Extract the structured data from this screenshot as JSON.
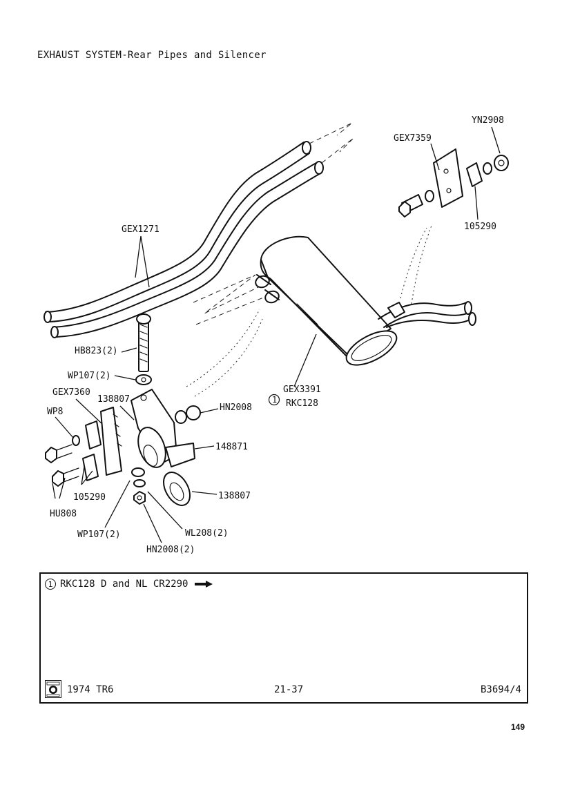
{
  "title": "EXHAUST SYSTEM-Rear Pipes and Silencer",
  "labels": {
    "yn2908": "YN2908",
    "gex7359": "GEX7359",
    "r105290_top": "105290",
    "gex1271": "GEX1271",
    "hb823": "HB823(2)",
    "wp107_top": "WP107(2)",
    "gex7360": "GEX7360",
    "r138807_top": "138807",
    "wp8": "WP8",
    "hn2008": "HN2008",
    "gex3391": "GEX3391",
    "note_ref": "1",
    "rkc128": "RKC128",
    "r148871": "148871",
    "r138807_bottom": "138807",
    "r105290_bottom": "105290",
    "hu808": "HU808",
    "wp107_bottom": "WP107(2)",
    "wl208": "WL208(2)",
    "hn2008_bottom": "HN2008(2)"
  },
  "note": {
    "ref": "1",
    "text": "RKC128  D and NL  CR2290"
  },
  "footer": {
    "model": "1974 TR6",
    "page_ref": "21-37",
    "drawing_no": "B3694/4"
  },
  "page_number": "149"
}
